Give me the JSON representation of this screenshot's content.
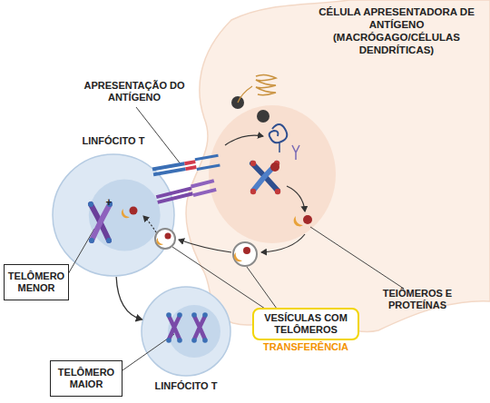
{
  "diagram": {
    "nodes": [
      {
        "text": [
          "CÉLULA APRESENTADORA DE ANTÍGENO (MACRÓGAGO/CÉLULAS DENDRÍTICAS)"
        ]
      },
      {
        "text": [
          "LINFÓCITO T"
        ]
      },
      {
        "text": [
          "TELÔMERO MENOR"
        ]
      },
      {
        "text": [
          "VESÍCULAS COM TELÔMEROS"
        ]
      },
      {
        "text": [
          "LINFÓCITO T"
        ]
      },
      {
        "text": [
          "TELÔMERO MAIOR"
        ]
      }
    ],
    "edges": [
      {
        "from": 1,
        "to": 4,
        "arrow": "to"
      }
    ],
    "labels": [
      "APRESENTAÇÃO DO ANTÍGENO",
      "+",
      "TEIÔMEROS E PROTEÍNAS",
      "TRANSFERÊNCIA"
    ]
  }
}
